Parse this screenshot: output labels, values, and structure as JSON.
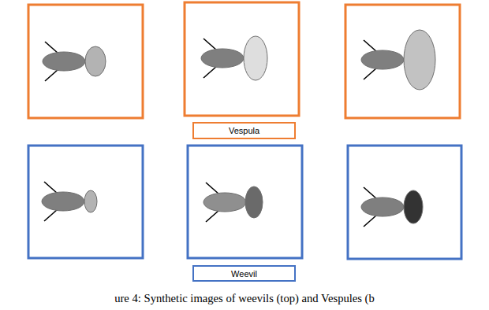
{
  "diagram": {
    "caption": "ure 4: Synthetic images of weevils (top) and Vespules (b",
    "nodes": [
      {
        "text": [
          "Vespula"
        ]
      },
      {
        "text": [
          "Weevil"
        ]
      }
    ]
  }
}
